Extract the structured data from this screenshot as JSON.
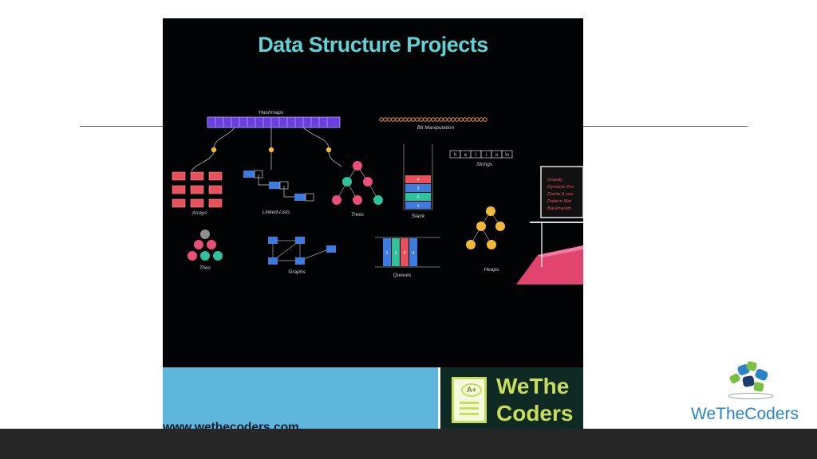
{
  "poster": {
    "title": "Data Structure Projects",
    "labels": {
      "hashmaps": "Hashmaps",
      "bit": "Bit Manipulation",
      "strings": "Strings",
      "arrays": "Arrays",
      "linked": "Linked-Lists",
      "trees": "Trees",
      "stack": "Stack",
      "tries": "Tries",
      "graphs": "Graphs",
      "queues": "Queues",
      "heaps": "Heaps"
    },
    "string_cells": [
      "h",
      "e",
      "l",
      "l",
      "o",
      "\\n"
    ],
    "stack_items": [
      "4",
      "3",
      "2",
      "1"
    ],
    "queue_items": [
      "1",
      "2",
      "3",
      "4"
    ],
    "board_lines": [
      "Greedy",
      "Dynamic Pro",
      "Divide & con",
      "Pattern Mat",
      "Backtrackin"
    ]
  },
  "banner": {
    "website": "www.wethecoders.com",
    "grade": "A+",
    "brand_line1": "WeThe",
    "brand_line2": "Coders"
  },
  "logo": {
    "text": "WeTheCoders"
  },
  "colors": {
    "title": "#5fd3d6",
    "banner": "#5eb6dc",
    "brand_box": "#0f2a25",
    "brand_accent": "#c8de5a",
    "logo_text": "#2a83c6",
    "bottom_bar": "#262626"
  }
}
